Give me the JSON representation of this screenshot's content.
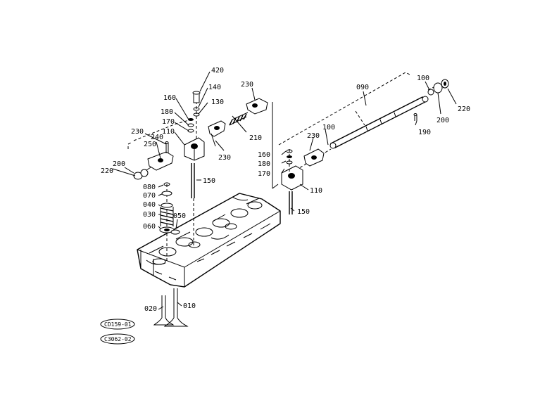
{
  "labels": {
    "p010": "010",
    "p020": "020",
    "p040": "040",
    "p050": "050",
    "p060": "060",
    "p070": "070",
    "p080": "080",
    "p090": "090",
    "p100a": "100",
    "p100b": "100",
    "p110a": "110",
    "p110b": "110",
    "p130": "130",
    "p140": "140",
    "p150a": "150",
    "p150b": "150",
    "p160a": "160",
    "p160b": "160",
    "p170a": "170",
    "p170b": "170",
    "p180a": "180",
    "p180b": "180",
    "p190": "190",
    "p200a": "200",
    "p200b": "200",
    "p210": "210",
    "p220a": "220",
    "p220b": "220",
    "p230a": "230",
    "p230b": "230",
    "p230c": "230",
    "p230d": "230",
    "p240": "240",
    "p250": "250",
    "p420": "420",
    "p030": "030"
  },
  "refs": {
    "ref1": "CD159-01",
    "ref2": "C3062-02"
  }
}
